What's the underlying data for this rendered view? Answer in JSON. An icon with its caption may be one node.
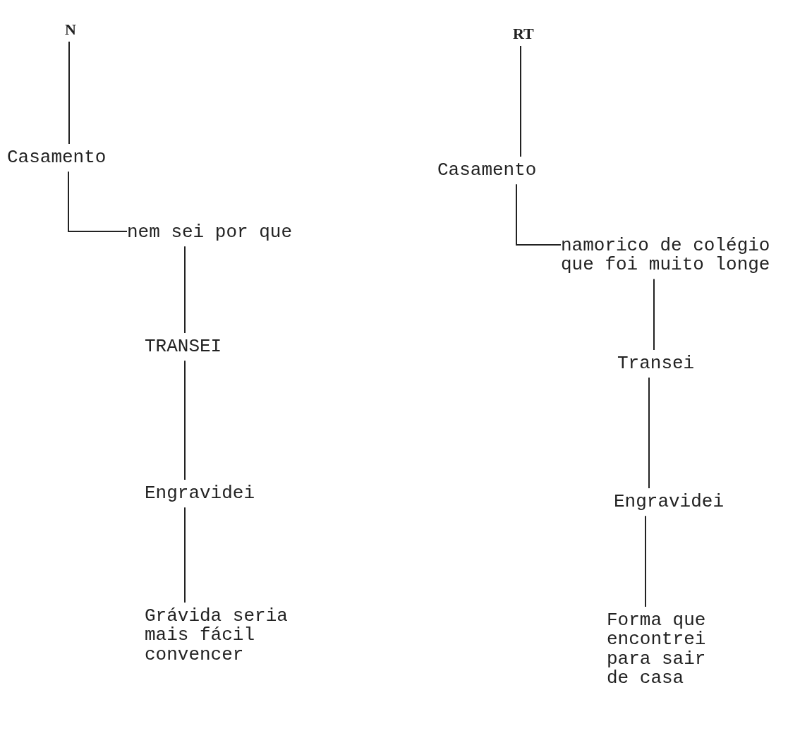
{
  "diagram": {
    "nodes": [
      {
        "text": [
          "N"
        ]
      },
      {
        "text": [
          "Casamento"
        ]
      },
      {
        "text": [
          "nem sei por que"
        ]
      },
      {
        "text": [
          "TRANSEI"
        ]
      },
      {
        "text": [
          "Engravidei"
        ]
      },
      {
        "text": [
          "Grávida seria mais fácil convencer"
        ]
      },
      {
        "text": [
          "RT"
        ]
      },
      {
        "text": [
          "Casamento"
        ]
      },
      {
        "text": [
          "namorico de colégio que foi muito longe"
        ]
      },
      {
        "text": [
          "Transei"
        ]
      },
      {
        "text": [
          "Engravidei"
        ]
      },
      {
        "text": [
          "Forma que encontrei para sair de casa"
        ]
      }
    ],
    "edges": [
      {
        "from": 0,
        "to": 1,
        "arrow": "none"
      },
      {
        "from": 1,
        "to": 2,
        "arrow": "none"
      },
      {
        "from": 2,
        "to": 3,
        "arrow": "none"
      },
      {
        "from": 3,
        "to": 4,
        "arrow": "none"
      },
      {
        "from": 4,
        "to": 5,
        "arrow": "none"
      },
      {
        "from": 6,
        "to": 7,
        "arrow": "none"
      },
      {
        "from": 7,
        "to": 8,
        "arrow": "none"
      },
      {
        "from": 8,
        "to": 9,
        "arrow": "none"
      },
      {
        "from": 9,
        "to": 10,
        "arrow": "none"
      },
      {
        "from": 10,
        "to": 11,
        "arrow": "none"
      }
    ]
  }
}
